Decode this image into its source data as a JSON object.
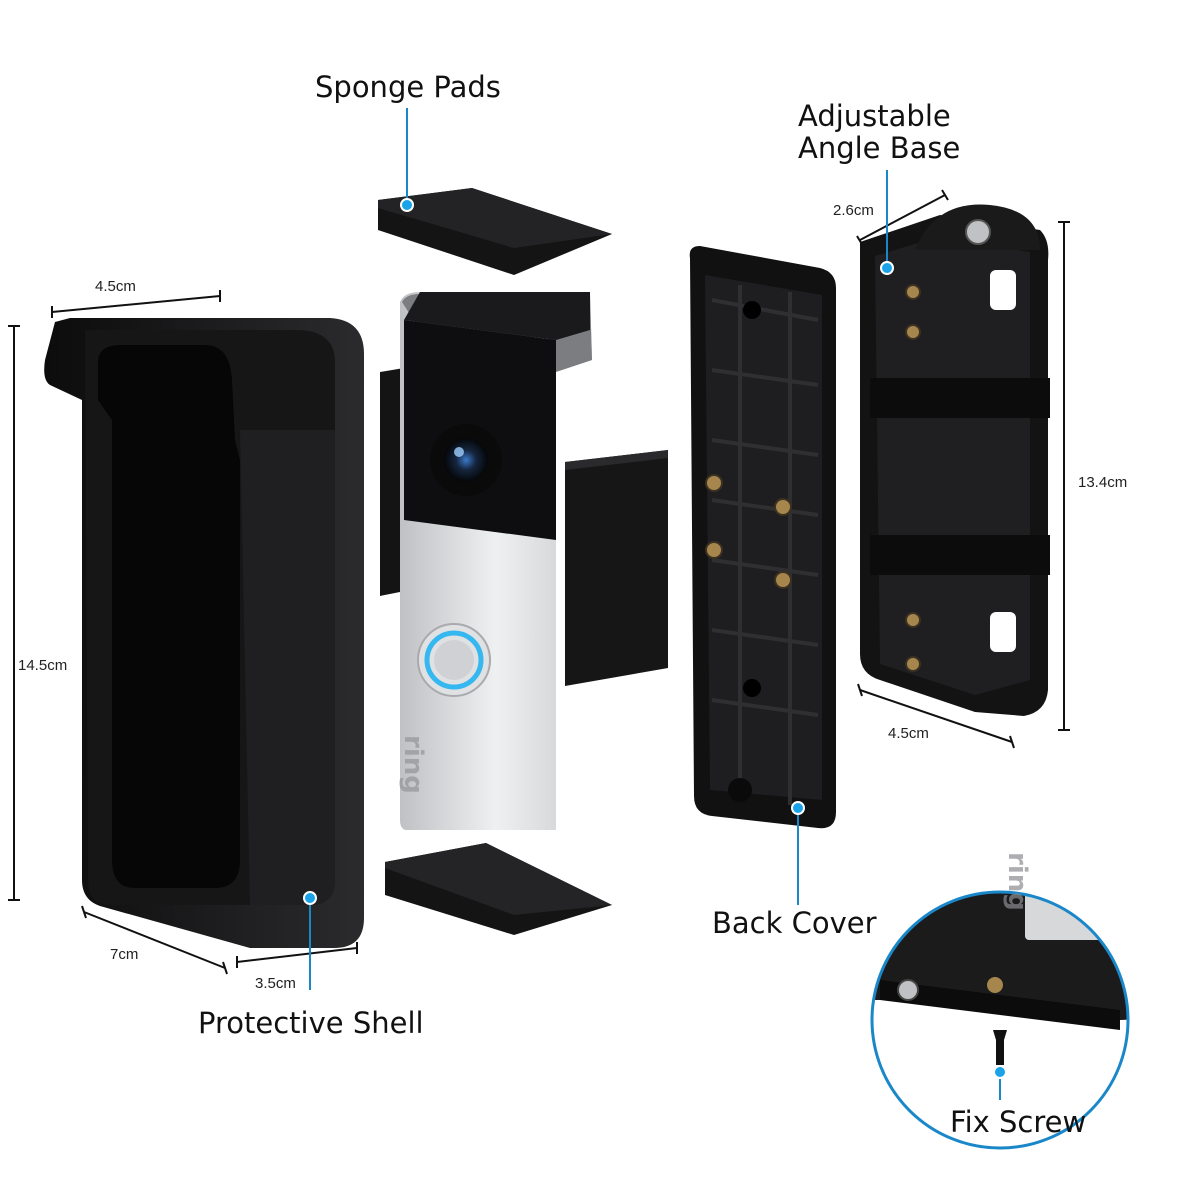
{
  "labels": {
    "sponge_pads": "Sponge Pads",
    "adjustable_angle_base": "Adjustable\nAngle Base",
    "back_cover": "Back Cover",
    "protective_shell": "Protective Shell",
    "fix_screw": "Fix Screw"
  },
  "dimensions": {
    "shell_width": "4.5cm",
    "shell_height": "14.5cm",
    "shell_depth": "7cm",
    "shell_thickness": "3.5cm",
    "base_depth": "2.6cm",
    "base_height": "13.4cm",
    "base_width": "4.5cm"
  },
  "brand_marks": {
    "doorbell_logo": "ring"
  },
  "colors": {
    "accent_dot": "#1aa3e8",
    "leader_line": "#1a87c9",
    "product_black": "#1c1c1e",
    "silver": "#d9dadc"
  }
}
